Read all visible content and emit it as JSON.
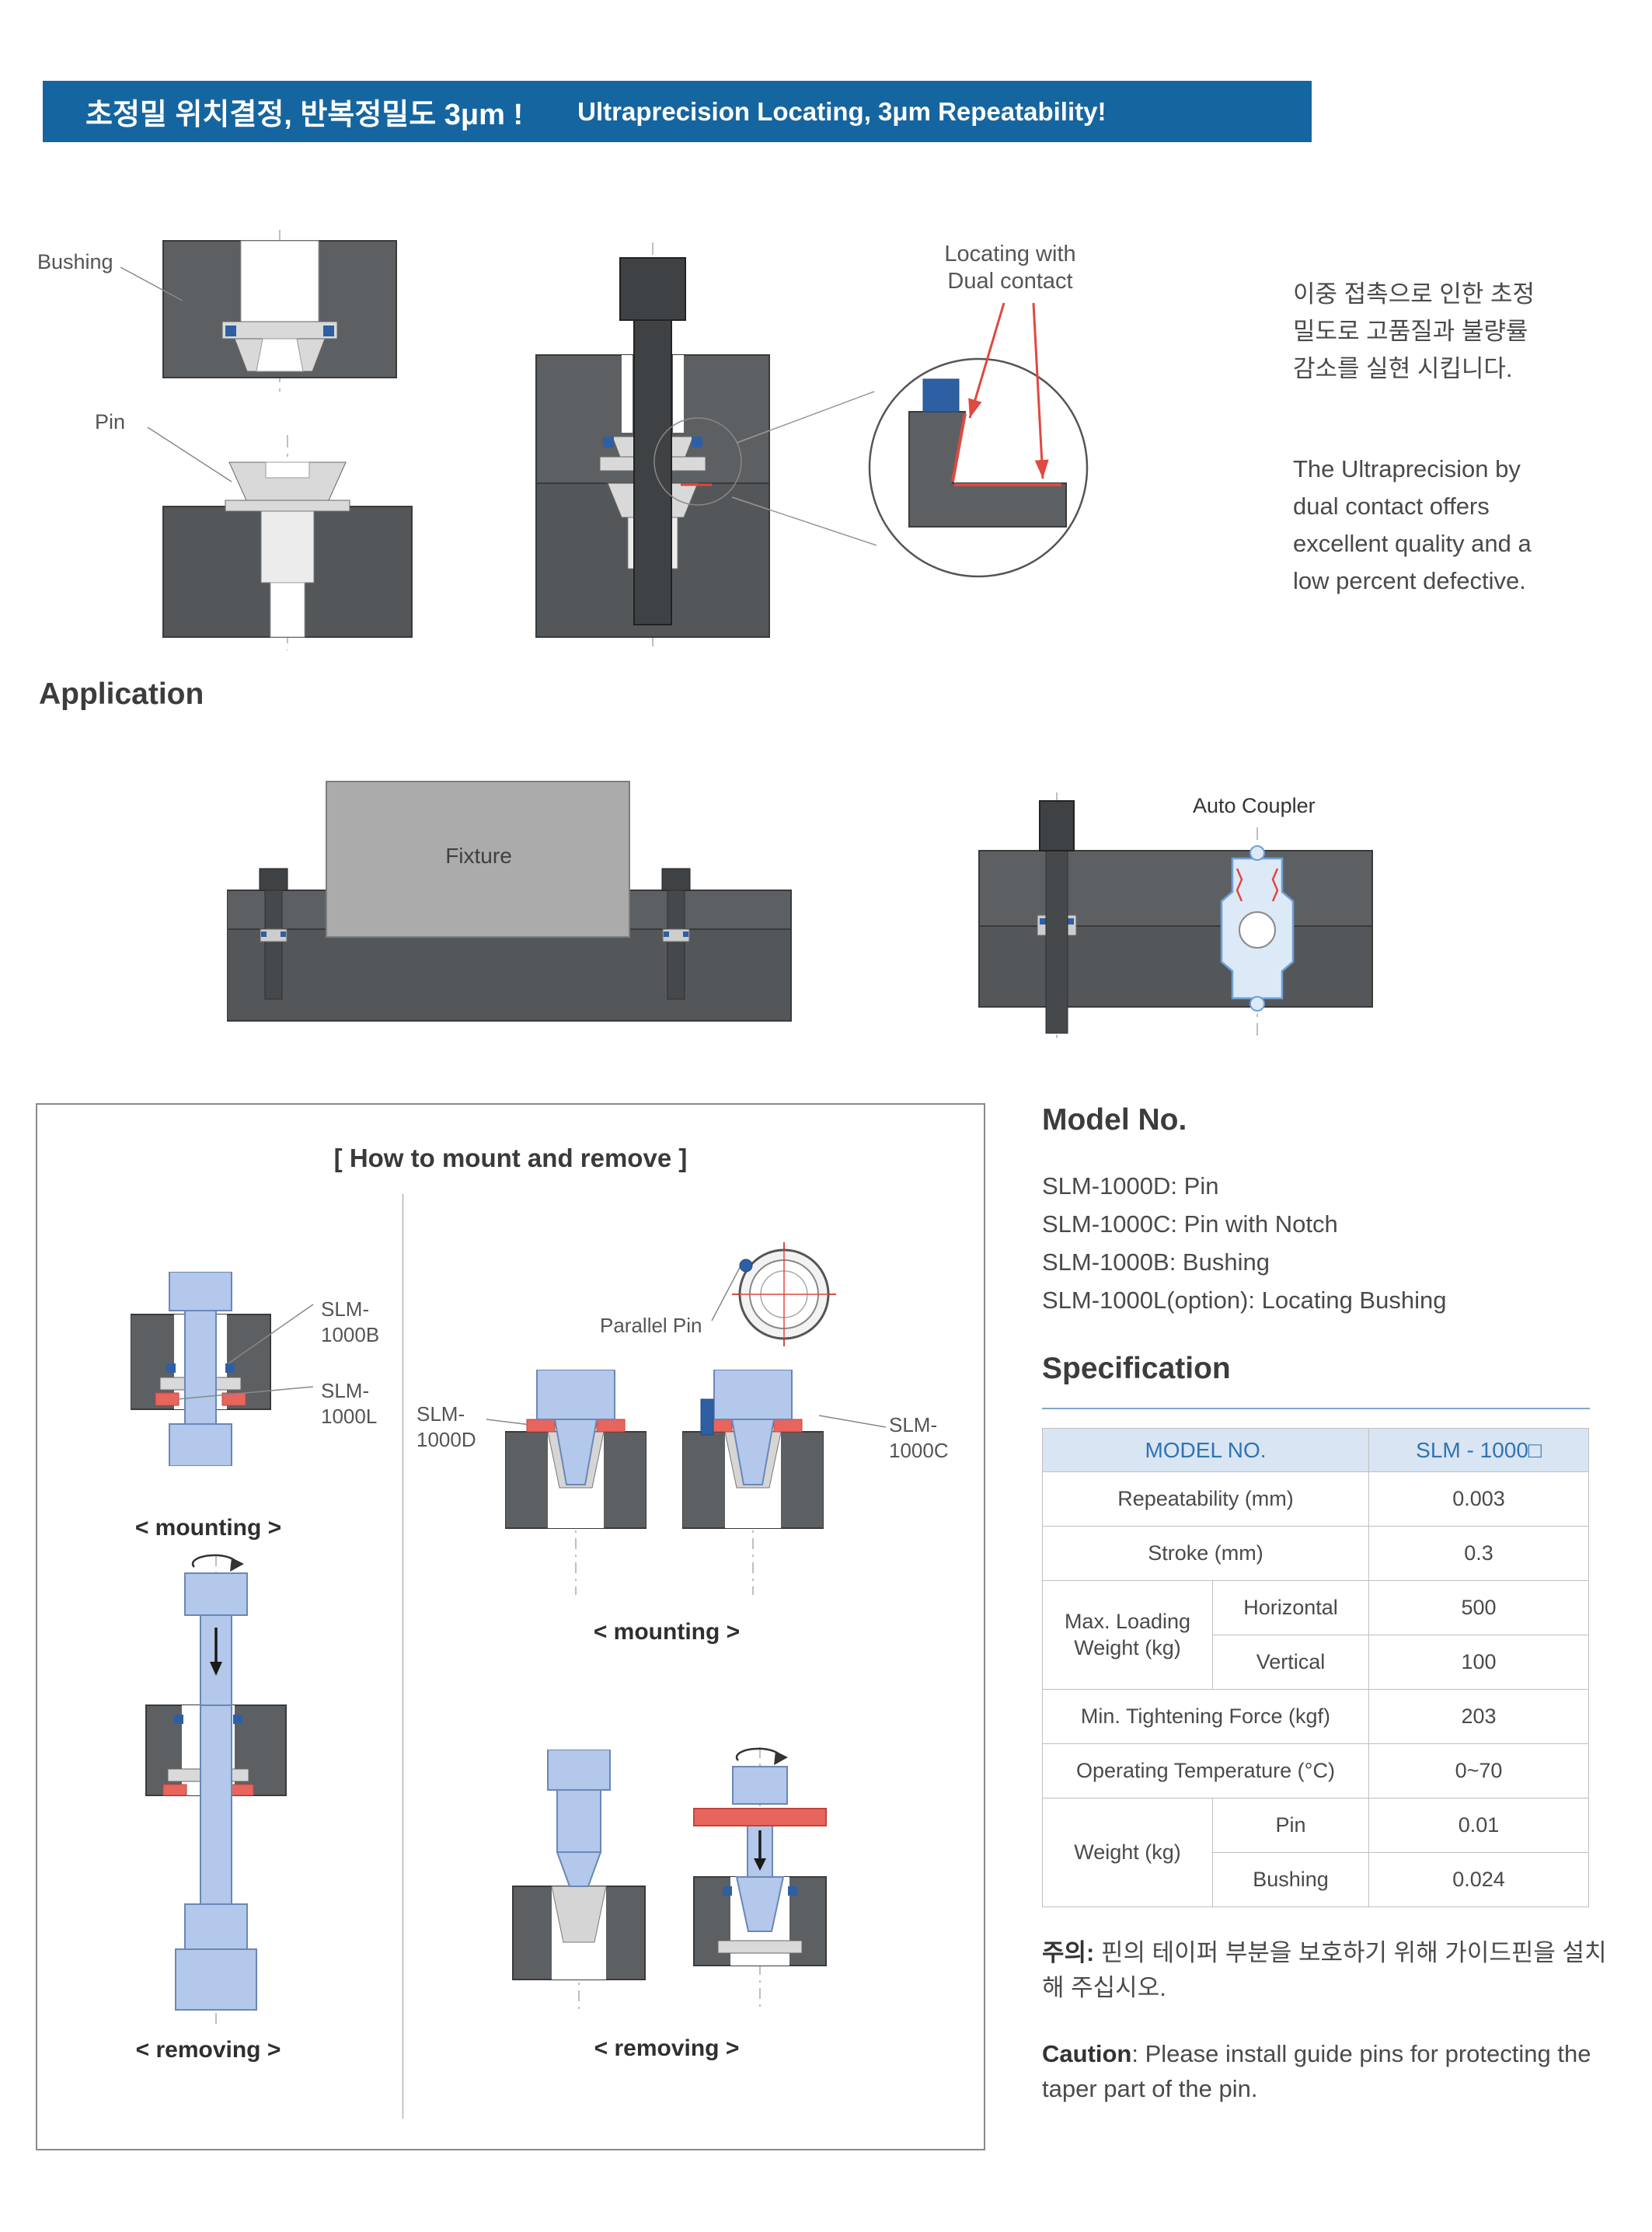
{
  "colors": {
    "header_bg": "#1565a0",
    "accent_blue": "#2e74b5",
    "table_header_bg": "#d9e5f2",
    "highlight_red": "#e04840",
    "pin_blue": "#b3c8ea",
    "block_gray": "#5d6063"
  },
  "header": {
    "title_ko": "초정밀 위치결정, 반복정밀도 3μm !",
    "title_en": "Ultraprecision Locating, 3μm Repeatability!"
  },
  "intro": {
    "bushing_label": "Bushing",
    "pin_label": "Pin",
    "dual_contact_label": "Locating with\nDual contact",
    "desc_ko": "이중 접촉으로 인한 초정밀도로 고품질과 불량률 감소를 실현 시킵니다.",
    "desc_en": "The Ultraprecision by dual contact offers excellent quality and a low percent defective."
  },
  "application": {
    "heading": "Application",
    "fixture_label": "Fixture",
    "auto_coupler_label": "Auto Coupler"
  },
  "how_to": {
    "title": "[ How to mount and remove ]",
    "label_b": "SLM-\n1000B",
    "label_l": "SLM-\n1000L",
    "label_d": "SLM-\n1000D",
    "label_c": "SLM-\n1000C",
    "parallel_pin": "Parallel Pin",
    "mounting": "< mounting >",
    "removing": "< removing >"
  },
  "model_no": {
    "heading": "Model No.",
    "items": [
      "SLM-1000D: Pin",
      "SLM-1000C: Pin with Notch",
      "SLM-1000B: Bushing",
      "SLM-1000L(option): Locating Bushing"
    ]
  },
  "spec": {
    "heading": "Specification",
    "header": {
      "col1": "MODEL NO.",
      "col2": "SLM - 1000□"
    },
    "rows": {
      "repeatability": {
        "label": "Repeatability (mm)",
        "value": "0.003"
      },
      "stroke": {
        "label": "Stroke (mm)",
        "value": "0.3"
      },
      "max_loading": {
        "label": "Max. Loading\nWeight (kg)",
        "horizontal": {
          "label": "Horizontal",
          "value": "500"
        },
        "vertical": {
          "label": "Vertical",
          "value": "100"
        }
      },
      "tightening": {
        "label": "Min. Tightening Force (kgf)",
        "value": "203"
      },
      "temperature": {
        "label": "Operating Temperature (°C)",
        "value": "0~70"
      },
      "weight": {
        "label": "Weight (kg)",
        "pin": {
          "label": "Pin",
          "value": "0.01"
        },
        "bushing": {
          "label": "Bushing",
          "value": "0.024"
        }
      }
    }
  },
  "caution": {
    "ko_prefix": "주의:",
    "ko_text": " 핀의 테이퍼 부분을 보호하기 위해 가이드핀을 설치해 주십시오.",
    "en_prefix": "Caution",
    "en_text": ": Please install guide pins for protecting the taper part of the pin."
  }
}
